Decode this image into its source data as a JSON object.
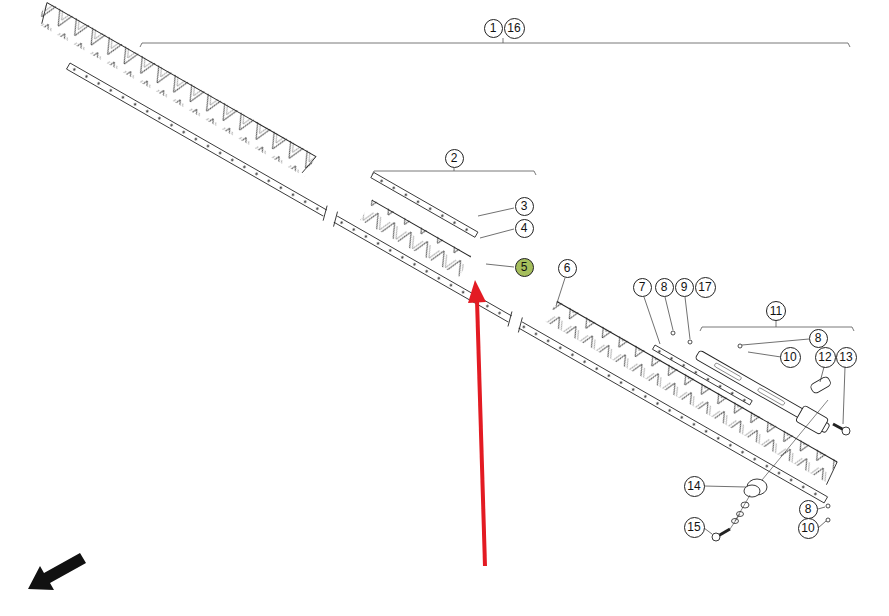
{
  "diagram": {
    "nodes": [
      {
        "text": [
          "1"
        ]
      },
      {
        "text": [
          "16"
        ]
      },
      {
        "text": [
          "2"
        ]
      },
      {
        "text": [
          "3"
        ]
      },
      {
        "text": [
          "4"
        ]
      },
      {
        "text": [
          "5"
        ]
      },
      {
        "text": [
          "6"
        ]
      },
      {
        "text": [
          "7"
        ]
      },
      {
        "text": [
          "8"
        ]
      },
      {
        "text": [
          "9"
        ]
      },
      {
        "text": [
          "17"
        ]
      },
      {
        "text": [
          "11"
        ]
      },
      {
        "text": [
          "8"
        ]
      },
      {
        "text": [
          "10"
        ]
      },
      {
        "text": [
          "12"
        ]
      },
      {
        "text": [
          "13"
        ]
      },
      {
        "text": [
          "14"
        ]
      },
      {
        "text": [
          "8"
        ]
      },
      {
        "text": [
          "15"
        ]
      },
      {
        "text": [
          "10"
        ]
      }
    ]
  }
}
